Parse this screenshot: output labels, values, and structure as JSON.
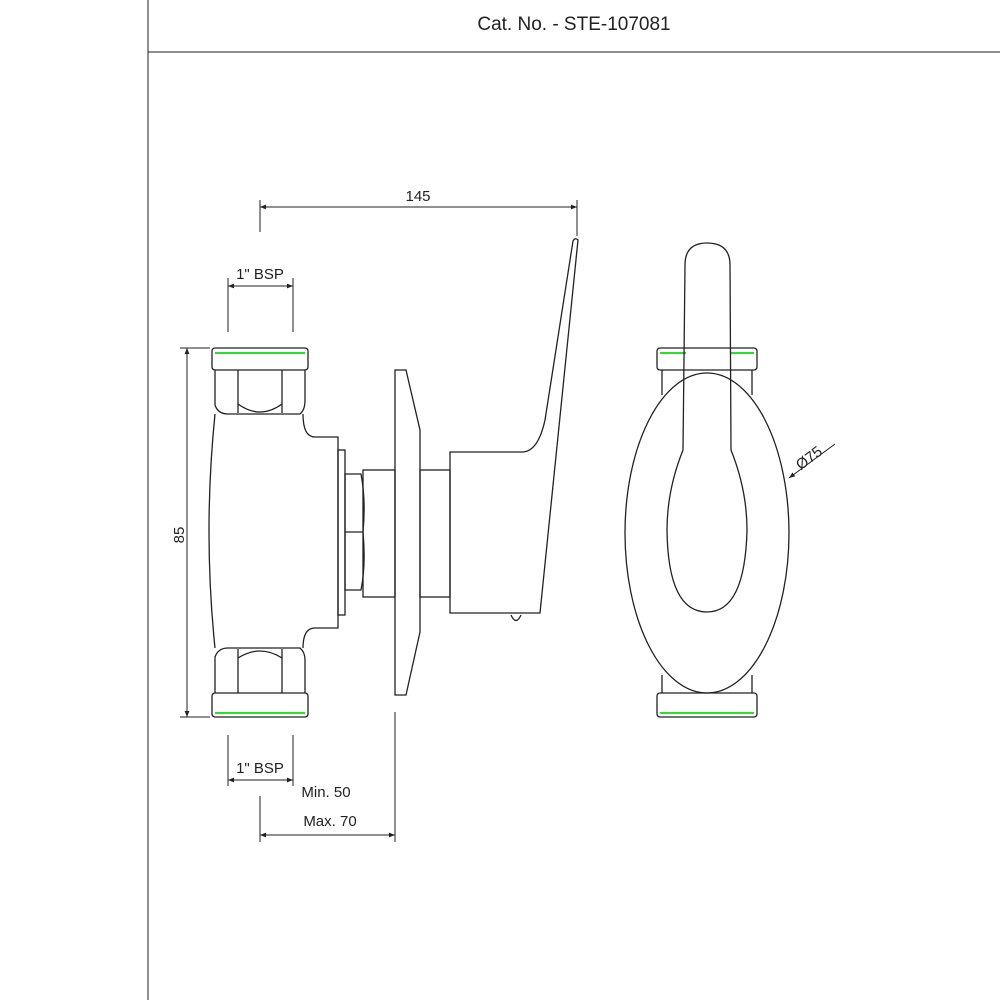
{
  "header": {
    "title": "Cat. No. - STE-107081"
  },
  "dimensions": {
    "overall_length": "145",
    "inlet_top": "1\" BSP",
    "inlet_bottom": "1\" BSP",
    "height": "85",
    "wall_min": "Min. 50",
    "wall_max": "Max. 70",
    "plate_diameter": "Ø75"
  },
  "colors": {
    "line": "#222222",
    "thread_marker": "#3fd13f"
  }
}
